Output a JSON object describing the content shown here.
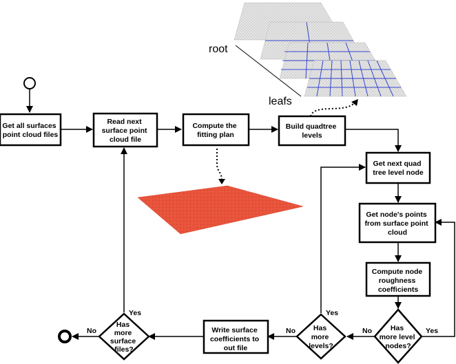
{
  "nodes": {
    "get_all_files": [
      "Get all surfaces",
      "point cloud files"
    ],
    "read_next_file": [
      "Read next",
      "surface point",
      "cloud file"
    ],
    "compute_plan": [
      "Compute the",
      "fitting plan"
    ],
    "build_quadtree": [
      "Build quadtree",
      "levels"
    ],
    "next_quad_node": [
      "Get next quad",
      "tree level node"
    ],
    "get_node_points": [
      "Get node's points",
      "from surface point",
      "cloud"
    ],
    "compute_roughness": [
      "Compute node",
      "roughness",
      "coefficients"
    ],
    "write_coefficients": [
      "Write surface",
      "coefficients to",
      "out file"
    ],
    "has_more_level_nodes": [
      "Has",
      "more level",
      "nodes?"
    ],
    "has_more_levels": [
      "Has",
      "more",
      "levels?"
    ],
    "has_more_surface_files": [
      "Has",
      "more",
      "surface",
      "files?"
    ]
  },
  "edge_labels": {
    "yes": "Yes",
    "no": "No"
  },
  "illustration": {
    "root_label": "root",
    "leafs_label": "leafs",
    "plane_color": "#e8533b"
  },
  "colors": {
    "stroke": "#000000",
    "grid_line": "#3344cc",
    "tile_fill": "#e6e6e6"
  }
}
